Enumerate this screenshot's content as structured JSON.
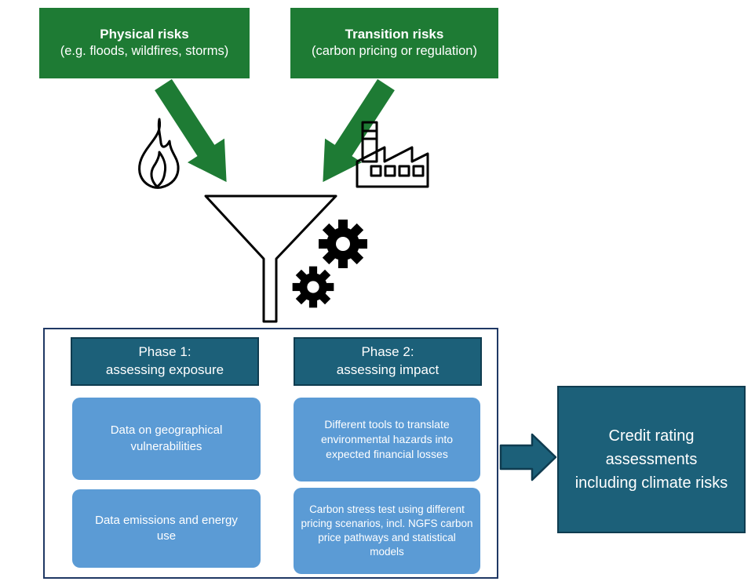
{
  "colors": {
    "green": "#1E7B34",
    "teal": "#1C6079",
    "teal_border": "#0F3C50",
    "light_blue": "#5B9BD5",
    "container_border": "#1F3864",
    "ink": "#000000"
  },
  "top": {
    "physical": {
      "title": "Physical risks",
      "subtitle": "(e.g. floods, wildfires, storms)"
    },
    "transition": {
      "title": "Transition risks",
      "subtitle": "(carbon pricing or regulation)"
    }
  },
  "icons": {
    "flame": "flame-icon",
    "factory": "factory-icon",
    "funnel": "funnel-icon",
    "gear_large": "gear-icon-large",
    "gear_small": "gear-icon-small",
    "arrow_physical": "thick-down-arrow-left",
    "arrow_transition": "thick-down-arrow-right",
    "arrow_output": "block-arrow-right"
  },
  "process": {
    "phase1": {
      "header": "Phase 1:\nassessing exposure",
      "items": [
        "Data on geographical vulnerabilities",
        "Data emissions and energy use"
      ]
    },
    "phase2": {
      "header": "Phase 2:\nassessing impact",
      "items": [
        "Different tools to translate environmental hazards into expected financial losses",
        "Carbon stress test using different pricing scenarios, incl. NGFS carbon price pathways and statistical models"
      ]
    }
  },
  "output": {
    "label": "Credit rating assessments including climate risks"
  }
}
